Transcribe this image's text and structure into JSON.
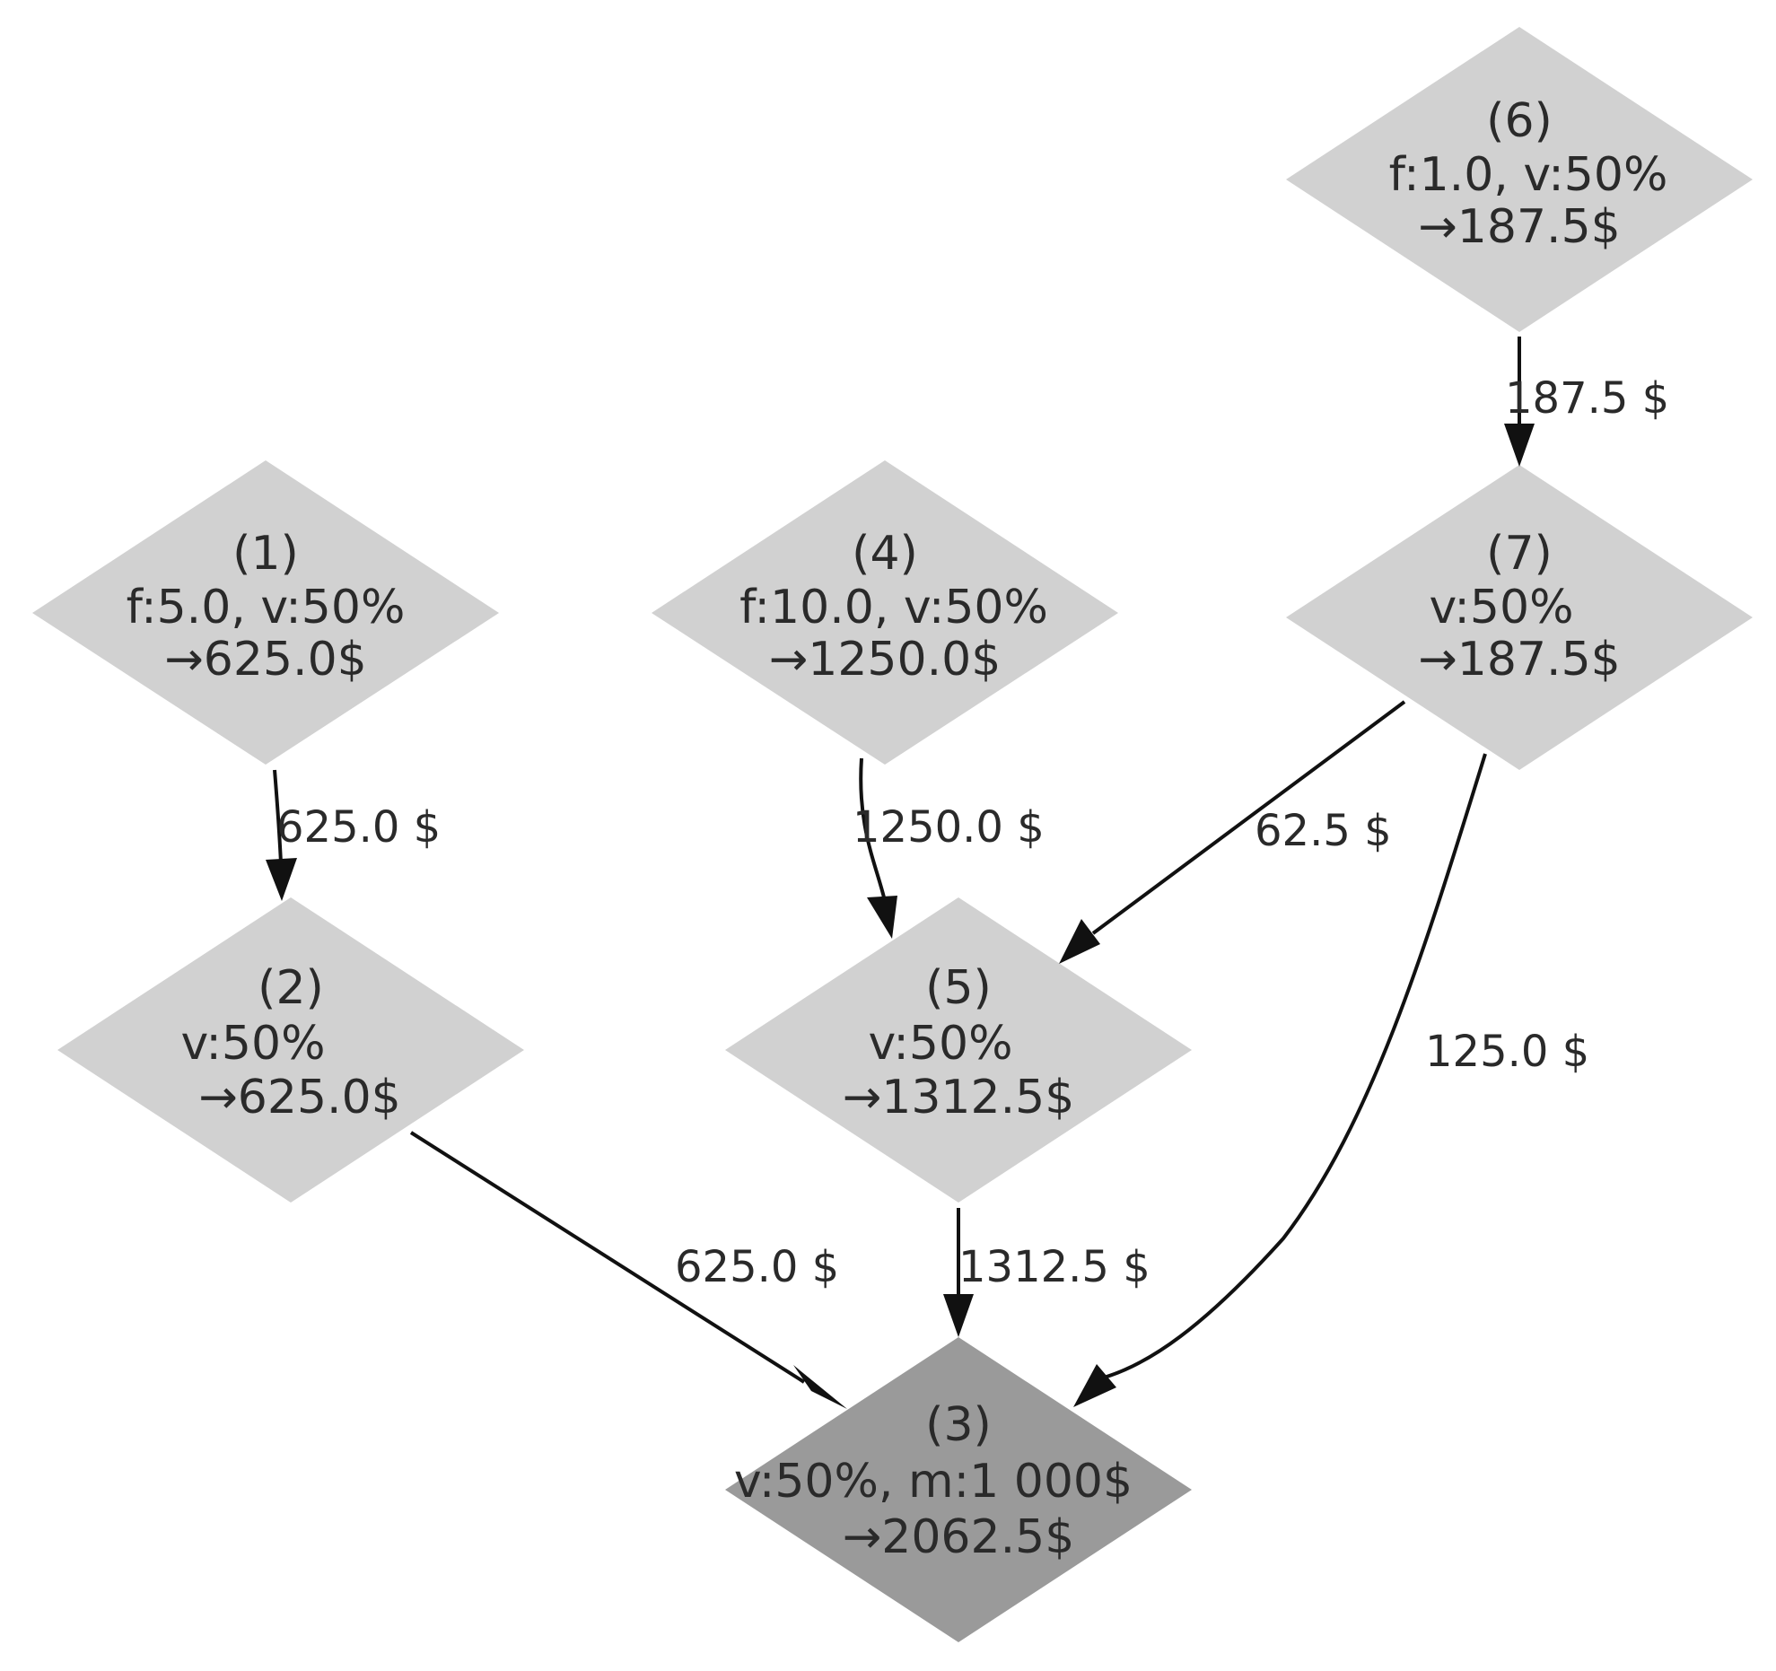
{
  "colors": {
    "node_fill": "#d1d1d1",
    "sink_fill": "#9a9a9a",
    "edge": "#111111",
    "text": "#2a2a2a"
  },
  "nodes": {
    "n1": {
      "id": "(1)",
      "line1": "f:5.0, v:50%",
      "line2": "→625.0$"
    },
    "n2": {
      "id": "(2)",
      "line1": "v:50%",
      "line2": "→625.0$"
    },
    "n3": {
      "id": "(3)",
      "line1": "v:50%, m:1 000$",
      "line2": "→2062.5$"
    },
    "n4": {
      "id": "(4)",
      "line1": "f:10.0, v:50%",
      "line2": "→1250.0$"
    },
    "n5": {
      "id": "(5)",
      "line1": "v:50%",
      "line2": "→1312.5$"
    },
    "n6": {
      "id": "(6)",
      "line1": "f:1.0, v:50%",
      "line2": "→187.5$"
    },
    "n7": {
      "id": "(7)",
      "line1": "v:50%",
      "line2": "→187.5$"
    }
  },
  "edges": {
    "e1_2": {
      "from": "(1)",
      "to": "(2)",
      "label": "625.0 $"
    },
    "e4_5": {
      "from": "(4)",
      "to": "(5)",
      "label": "1250.0 $"
    },
    "e6_7": {
      "from": "(6)",
      "to": "(7)",
      "label": "187.5 $"
    },
    "e7_5": {
      "from": "(7)",
      "to": "(5)",
      "label": "62.5 $"
    },
    "e7_3": {
      "from": "(7)",
      "to": "(3)",
      "label": "125.0 $"
    },
    "e2_3": {
      "from": "(2)",
      "to": "(3)",
      "label": "625.0 $"
    },
    "e5_3": {
      "from": "(5)",
      "to": "(3)",
      "label": "1312.5 $"
    }
  }
}
